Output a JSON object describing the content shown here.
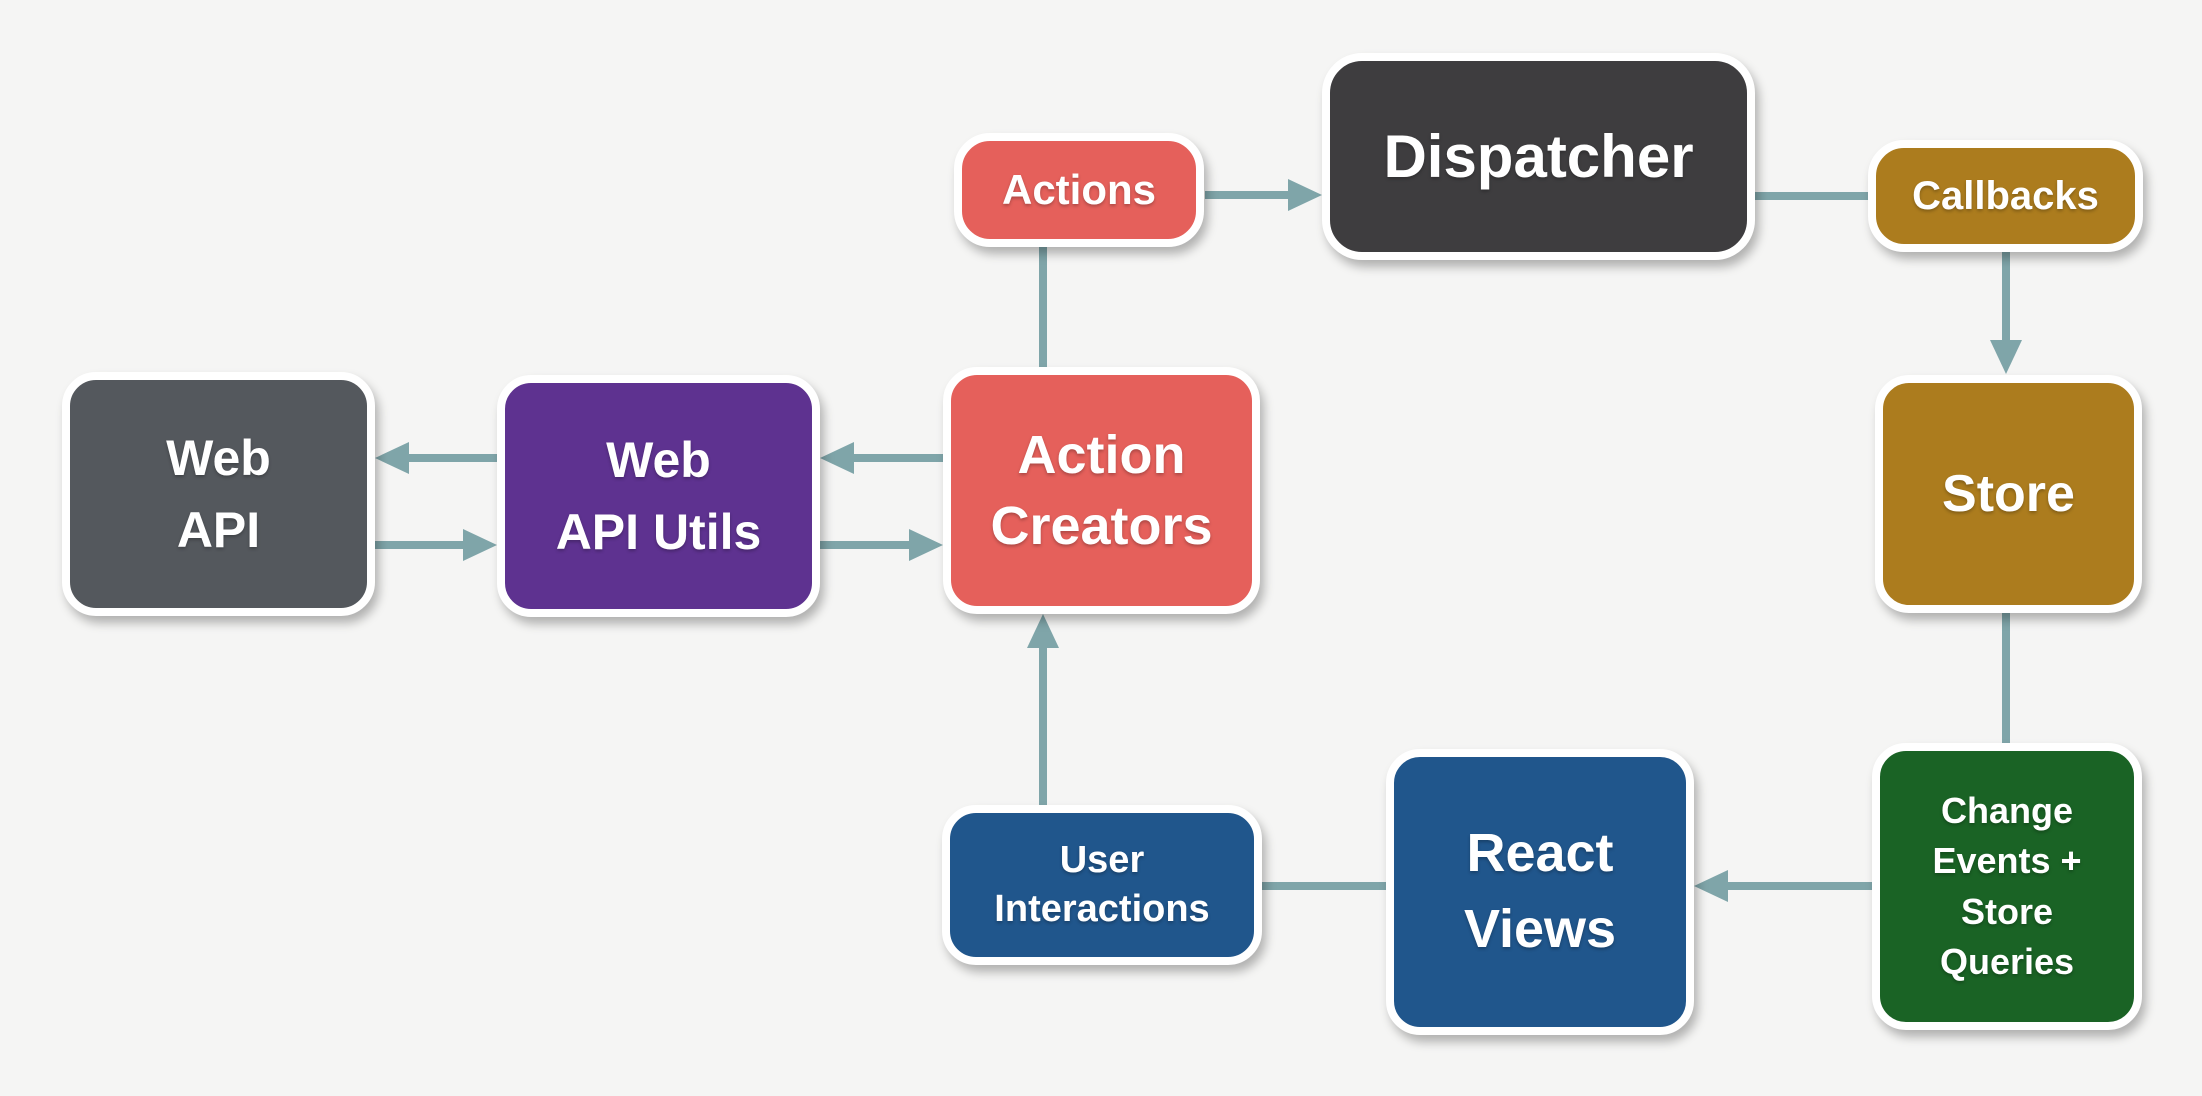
{
  "colors": {
    "background": "#F5F5F4",
    "connector": "#7FA5A9",
    "node_border": "#FFFFFF",
    "node_text": "#FFFFFF",
    "salmon": "#E5605B",
    "charcoal": "#3E3D3F",
    "slate_gray": "#54585D",
    "purple": "#5E3290",
    "gold": "#AC7C1E",
    "green": "#1A6325",
    "blue": "#20568C"
  },
  "nodes": {
    "actions": {
      "label": "Actions",
      "color": "#E5605B"
    },
    "dispatcher": {
      "label": "Dispatcher",
      "color": "#3E3D3F"
    },
    "callbacks": {
      "label": "Callbacks",
      "color": "#AC7C1E"
    },
    "store": {
      "label": "Store",
      "color": "#AC7C1E"
    },
    "change_events": {
      "label": "Change\nEvents +\nStore\nQueries",
      "color": "#1A6325"
    },
    "react_views": {
      "label": "React\nViews",
      "color": "#20568C"
    },
    "user_interactions": {
      "label": "User\nInteractions",
      "color": "#20568C"
    },
    "action_creators": {
      "label": "Action\nCreators",
      "color": "#E5605B"
    },
    "web_api_utils": {
      "label": "Web\nAPI Utils",
      "color": "#5E3290"
    },
    "web_api": {
      "label": "Web\nAPI",
      "color": "#54585D"
    }
  },
  "edges": [
    {
      "from": "actions",
      "to": "dispatcher",
      "arrowhead": true
    },
    {
      "from": "dispatcher",
      "to": "callbacks",
      "arrowhead": false
    },
    {
      "from": "callbacks",
      "to": "store",
      "arrowhead": true
    },
    {
      "from": "store",
      "to": "change_events",
      "arrowhead": false
    },
    {
      "from": "change_events",
      "to": "react_views",
      "arrowhead": true
    },
    {
      "from": "react_views",
      "to": "user_interactions",
      "arrowhead": false
    },
    {
      "from": "user_interactions",
      "to": "action_creators",
      "arrowhead": true
    },
    {
      "from": "action_creators",
      "to": "actions",
      "arrowhead": false
    },
    {
      "from": "web_api_utils",
      "to": "web_api",
      "arrowhead": true
    },
    {
      "from": "web_api",
      "to": "web_api_utils",
      "arrowhead": true
    },
    {
      "from": "action_creators",
      "to": "web_api_utils",
      "arrowhead": true
    },
    {
      "from": "web_api_utils",
      "to": "action_creators",
      "arrowhead": true
    }
  ]
}
